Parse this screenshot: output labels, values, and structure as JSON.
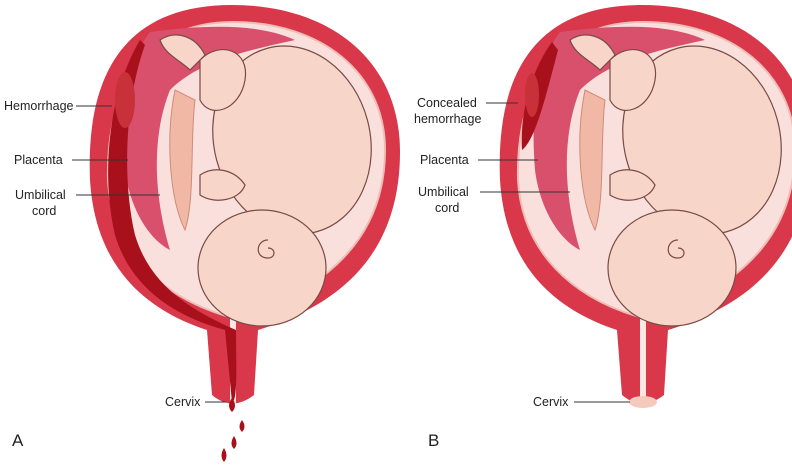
{
  "panels": [
    {
      "letter": "A",
      "labels": {
        "hemorrhage": "Hemorrhage",
        "placenta": "Placenta",
        "umbilical_1": "Umbilical",
        "umbilical_2": "cord",
        "cervix": "Cervix"
      }
    },
    {
      "letter": "B",
      "labels": {
        "hemorrhage_1": "Concealed",
        "hemorrhage_2": "hemorrhage",
        "placenta": "Placenta",
        "umbilical_1": "Umbilical",
        "umbilical_2": "cord",
        "cervix": "Cervix"
      }
    }
  ],
  "colors": {
    "uterine_wall": "#d8384a",
    "cavity": "#f9e0dc",
    "placenta": "#d9506c",
    "hemorrhage": "#a8101c",
    "fetus_skin": "#f7d6c9",
    "outline": "#7a4a44"
  }
}
